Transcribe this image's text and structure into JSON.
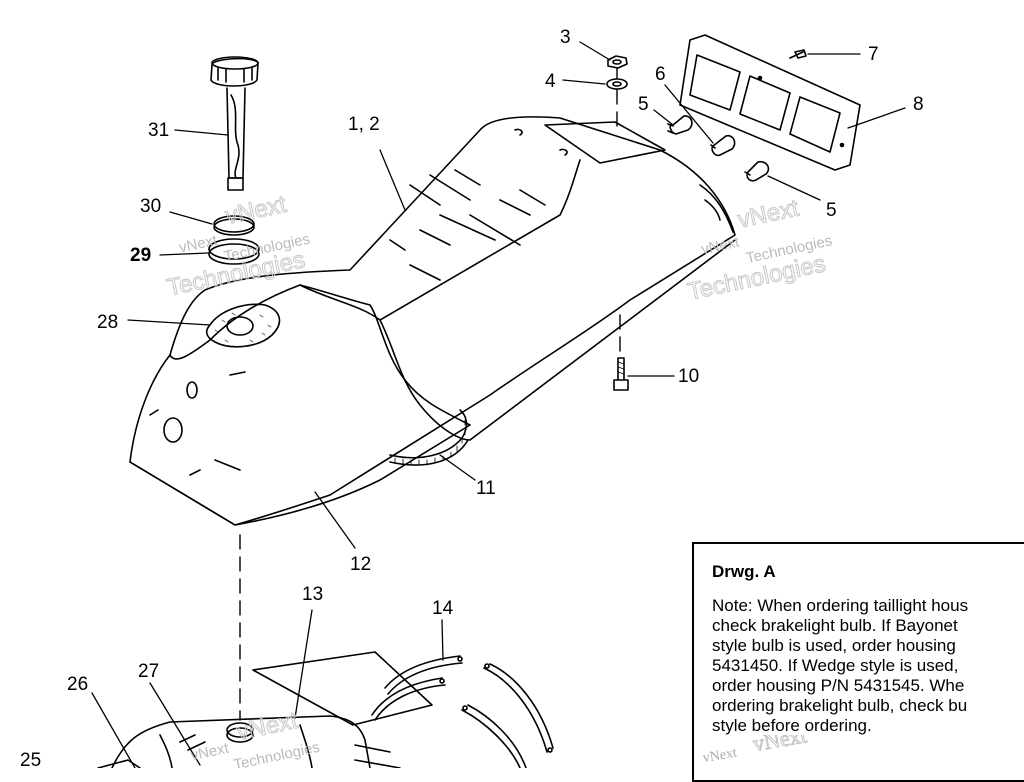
{
  "callouts": {
    "c3": "3",
    "c4": "4",
    "c5a": "5",
    "c5b": "5",
    "c6": "6",
    "c7": "7",
    "c8": "8",
    "c10": "10",
    "c11": "11",
    "c12": "12",
    "c13": "13",
    "c14": "14",
    "c25": "25",
    "c26": "26",
    "c27": "27",
    "c28": "28",
    "c29": "29",
    "c30": "30",
    "c31": "31",
    "c1_2": "1, 2"
  },
  "watermark": {
    "line1": "vNext",
    "line2": "Technologies",
    "short": "vNext"
  },
  "note_box": {
    "title": "Drwg. A",
    "lines": [
      "Note: When ordering taillight hous",
      "check brakelight bulb.  If Bayonet",
      "style bulb is  used, order housing",
      "5431450.  If Wedge style is used,",
      "order housing P/N 5431545.  Whe",
      "ordering brakelight bulb, check bu",
      "style before ordering."
    ]
  }
}
